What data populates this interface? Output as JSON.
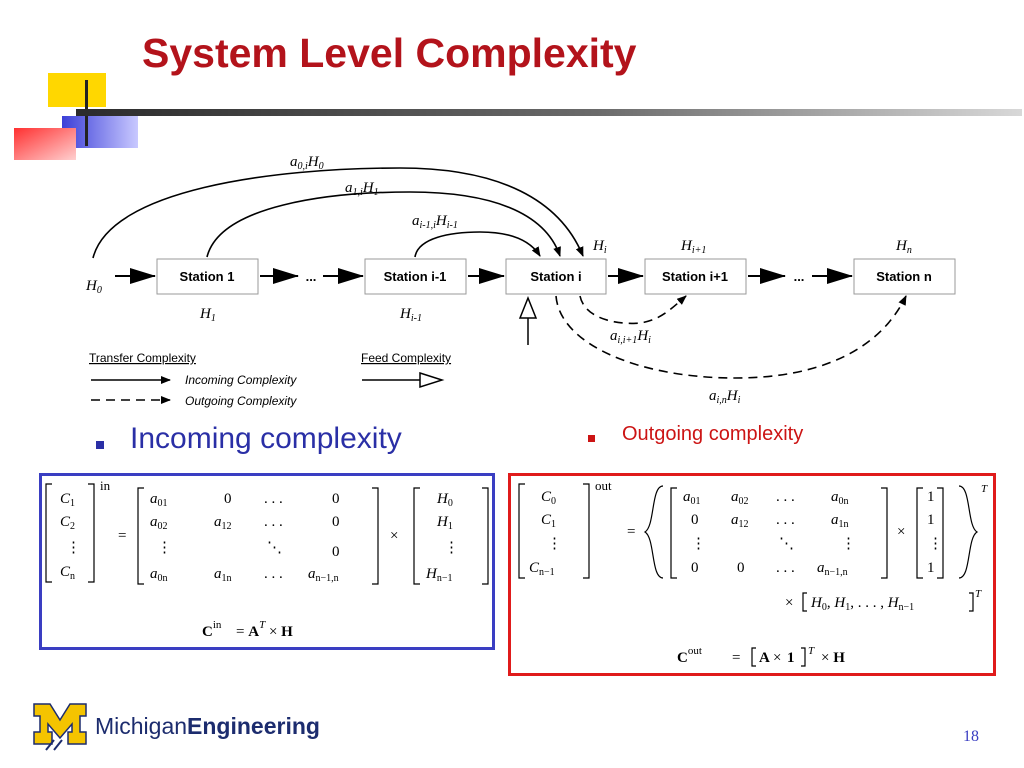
{
  "slide": {
    "title": "System Level Complexity",
    "page_number": "18"
  },
  "diagram": {
    "stations": [
      "Station 1",
      "Station i-1",
      "Station i",
      "Station i+1",
      "Station n"
    ],
    "ellipsis": "...",
    "legend": {
      "transfer_title": "Transfer Complexity",
      "incoming": "Incoming Complexity",
      "outgoing": "Outgoing Complexity",
      "feed_title": "Feed Complexity"
    }
  },
  "bullets": {
    "incoming": "Incoming complexity",
    "outgoing": "Outgoing complexity"
  },
  "equations": {
    "in_sup": "in",
    "out_sup": "out",
    "in_formula_lhs": "C",
    "in_formula_rhs": "= A",
    "out_formula_rhs": "= [A × 1]",
    "times": "×",
    "equals": "="
  },
  "footer": {
    "brand_light": "Michigan",
    "brand_bold": "Engineering"
  },
  "colors": {
    "title": "#b3131b",
    "incoming_blue": "#2a2fa6",
    "outgoing_red": "#cc1414",
    "box_in_border": "#3a3ec2",
    "box_out_border": "#e01b1b",
    "logo_yellow": "#f4c400",
    "logo_blue": "#1c2c6e"
  }
}
